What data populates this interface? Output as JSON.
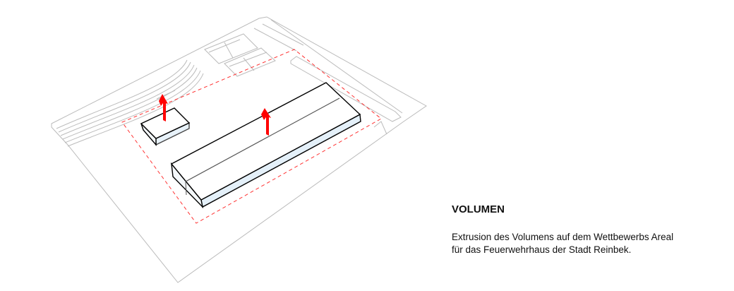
{
  "caption": {
    "title": "VOLUMEN",
    "line1": "Extrusion des Volumens auf dem Wettbewerbs Areal",
    "line2": "für das Feuerwehrhaus der Stadt Reinbek."
  },
  "colors": {
    "boundary": "#ff2222",
    "arrow": "#ff0000",
    "site": "#bbbbbb",
    "volume": "#000000"
  }
}
